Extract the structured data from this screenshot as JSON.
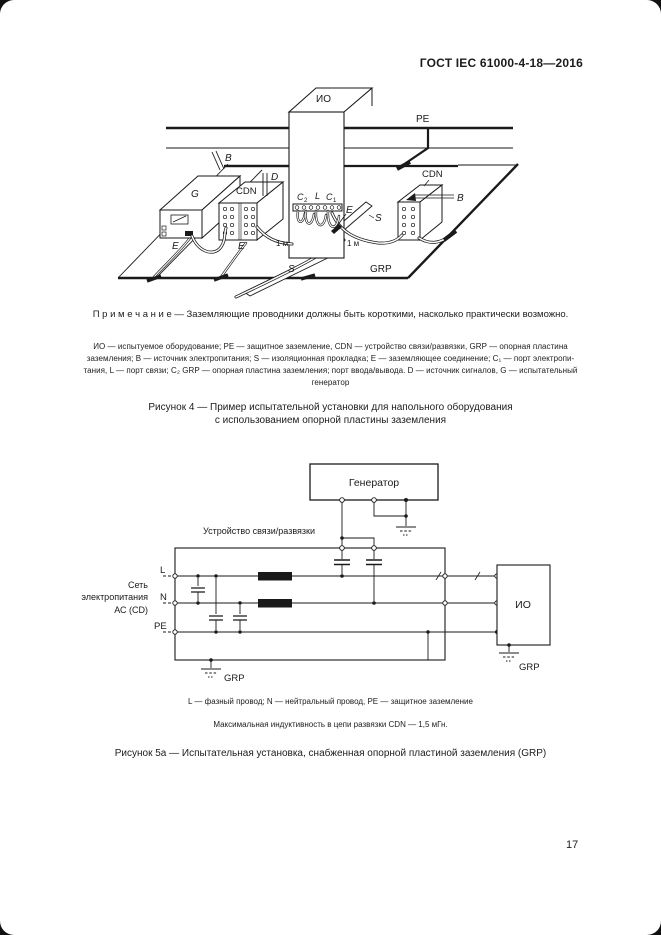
{
  "header": {
    "title": "ГОСТ IEC 61000-4-18—2016"
  },
  "figure4": {
    "diagram_labels": {
      "io": "ИО",
      "pe": "PE",
      "b_left": "B",
      "d": "D",
      "g": "G",
      "cdn_left": "CDN",
      "cdn_right": "CDN",
      "b_right": "B",
      "c2_main": "C",
      "c2_sub": "2",
      "l_port": "L",
      "c1_main": "C",
      "c1_sub": "1",
      "e_gen": "E",
      "e_cdn": "E",
      "e_io": "E",
      "s_bottom": "S",
      "s_right": "S",
      "dist_left": "1 м",
      "dist_right": "1 м",
      "grp": "GRP"
    },
    "note": "П р и м е ч а н и е  — Заземляющие проводники должны быть короткими, насколько практически возможно.",
    "legend_lines": [
      "ИО — испытуемое оборудование; PE — защитное заземление, CDN — устройство связи/развязки, GRP — опорная пластина",
      "заземления; B — источник электропитания; S — изоляционная прокладка; E — заземляющее соединение; C₁ — порт электропи-",
      "тания, L — порт связи; C₂ GRP — опорная пластина заземления; порт ввода/вывода. D — источник сигналов, G — испытательный",
      "генератор"
    ],
    "caption_lines": [
      "Рисунок 4 — Пример испытательной установки для напольного оборудования",
      "с использованием опорной пластины заземления"
    ]
  },
  "figure5a": {
    "generator_label": "Генератор",
    "coupling_label": "Устройство связи/развязки",
    "mains_lines": [
      "Сеть",
      "электропитания",
      "АС (CD)"
    ],
    "wire_labels": {
      "l": "L",
      "n": "N",
      "pe": "PE"
    },
    "io_label": "ИО",
    "grp_cdn": "GRP",
    "grp_io": "GRP",
    "footnote_wires": "L — фазный провод; N — нейтральный провод, PE — защитное заземление",
    "footnote_inductance": "Максимальная индуктивность в цепи развязки CDN — 1,5 мГн.",
    "caption": "Рисунок 5а — Испытательная установка, снабженная опорной пластиной заземления (GRP)"
  },
  "footer": {
    "page_number": "17"
  }
}
